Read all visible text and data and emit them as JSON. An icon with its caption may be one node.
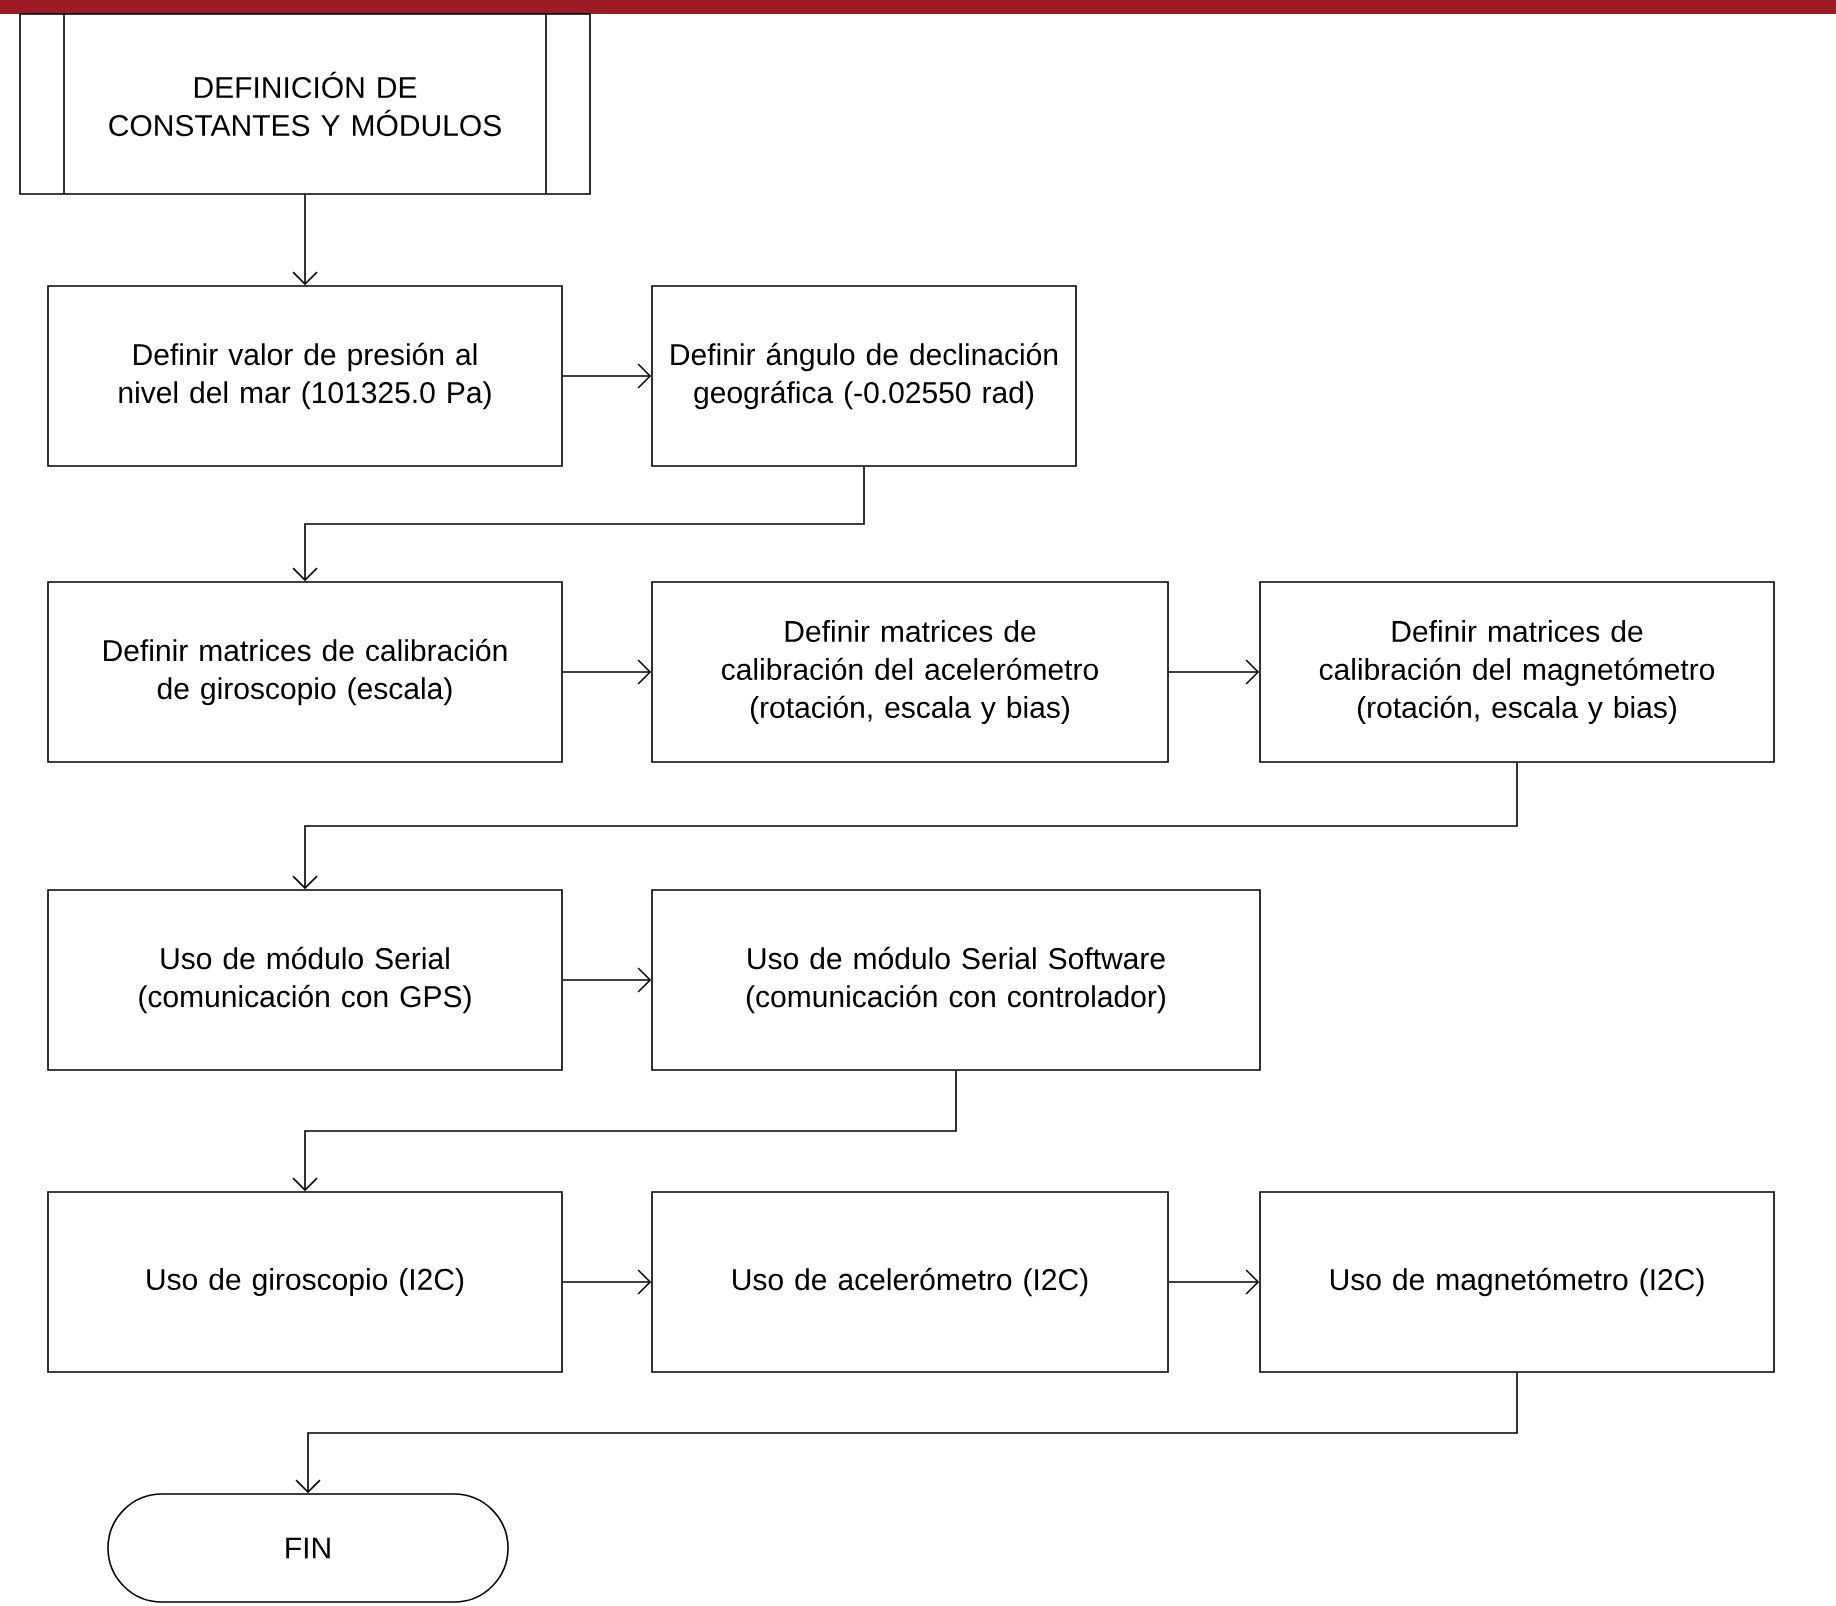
{
  "diagram": {
    "nodes": [
      {
        "text": [
          "DEFINICIÓN DE CONSTANTES Y MÓDULOS"
        ]
      },
      {
        "text": [
          "Definir valor de presión al nivel del mar (101325.0 Pa)"
        ]
      },
      {
        "text": [
          "Definir ángulo de declinación geográfica (-0.02550 rad)"
        ]
      },
      {
        "text": [
          "Definir matrices de calibración de giroscopio (escala)"
        ]
      },
      {
        "text": [
          "Definir matrices de calibración del acelerómetro (rotación, escala y bias)"
        ]
      },
      {
        "text": [
          "Definir matrices de calibración del magnetómetro (rotación, escala y bias)"
        ]
      },
      {
        "text": [
          "Uso de módulo Serial (comunicación con GPS)"
        ]
      },
      {
        "text": [
          "Uso de módulo Serial Software (comunicación con controlador)"
        ]
      },
      {
        "text": [
          "Uso de giroscopio (I2C)"
        ]
      },
      {
        "text": [
          "Uso de acelerómetro (I2C)"
        ]
      },
      {
        "text": [
          "Uso de magnetómetro (I2C)"
        ]
      },
      {
        "text": [
          "FIN"
        ]
      }
    ],
    "edges": [
      {
        "from": 0,
        "to": 1,
        "arrow": "to"
      },
      {
        "from": 1,
        "to": 2,
        "arrow": "to"
      },
      {
        "from": 2,
        "to": 3,
        "arrow": "to"
      },
      {
        "from": 3,
        "to": 4,
        "arrow": "to"
      },
      {
        "from": 4,
        "to": 5,
        "arrow": "to"
      },
      {
        "from": 5,
        "to": 6,
        "arrow": "to"
      },
      {
        "from": 6,
        "to": 7,
        "arrow": "to"
      },
      {
        "from": 7,
        "to": 8,
        "arrow": "to"
      },
      {
        "from": 8,
        "to": 9,
        "arrow": "to"
      },
      {
        "from": 9,
        "to": 10,
        "arrow": "to"
      },
      {
        "from": 10,
        "to": 11,
        "arrow": "to"
      }
    ]
  }
}
